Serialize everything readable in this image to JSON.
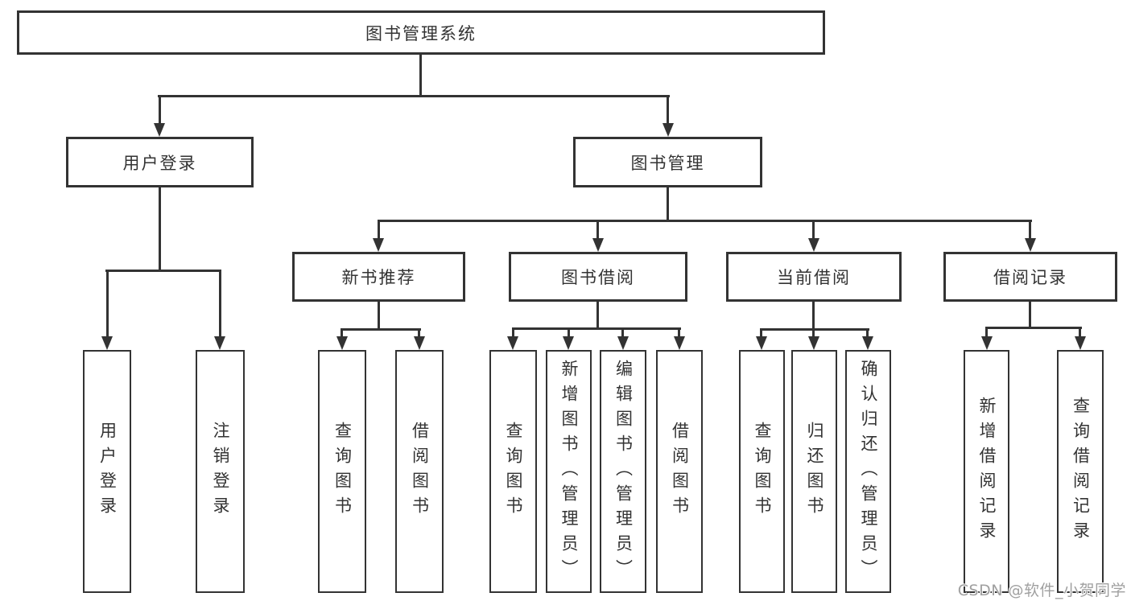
{
  "diagram": {
    "title": "图书管理系统",
    "nodes": {
      "root": {
        "label": "图书管理系统"
      },
      "user_login": {
        "label": "用户登录"
      },
      "book_management": {
        "label": "图书管理"
      },
      "new_book_recommend": {
        "label": "新书推荐"
      },
      "book_borrow": {
        "label": "图书借阅"
      },
      "current_borrow": {
        "label": "当前借阅"
      },
      "borrow_record": {
        "label": "借阅记录"
      }
    },
    "leaves": [
      {
        "label": "用户登录",
        "parent": "用户登录"
      },
      {
        "label": "注销登录",
        "parent": "用户登录"
      },
      {
        "label": "查询图书",
        "parent": "新书推荐"
      },
      {
        "label": "借阅图书",
        "parent": "新书推荐"
      },
      {
        "label": "查询图书",
        "parent": "图书借阅"
      },
      {
        "label": "新增图书（管理员）",
        "parent": "图书借阅"
      },
      {
        "label": "编辑图书（管理员）",
        "parent": "图书借阅"
      },
      {
        "label": "借阅图书",
        "parent": "图书借阅"
      },
      {
        "label": "查询图书",
        "parent": "当前借阅"
      },
      {
        "label": "归还图书",
        "parent": "当前借阅"
      },
      {
        "label": "确认归还（管理员）",
        "parent": "当前借阅"
      },
      {
        "label": "新增借阅记录",
        "parent": "借阅记录"
      },
      {
        "label": "查询借阅记录",
        "parent": "借阅记录"
      }
    ],
    "watermark": "CSDN @软件_小贺同学",
    "colors": {
      "line": "#333333",
      "text": "#333333",
      "background": "#ffffff",
      "watermark": "#a0a0a0"
    }
  }
}
